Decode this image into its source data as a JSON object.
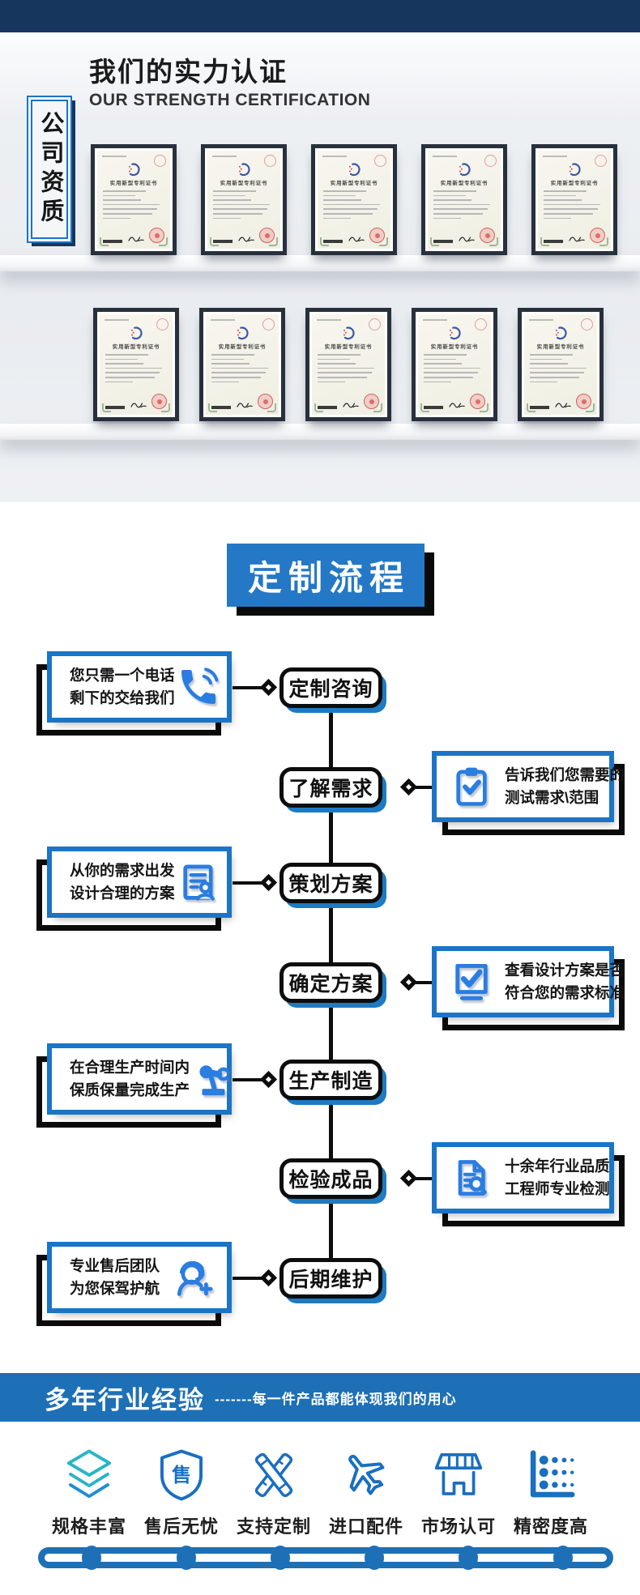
{
  "colors": {
    "navy": "#17365e",
    "blue": "#1b74c5",
    "icon_blue": "#2a7de1",
    "title_box_blue": "#2478c5",
    "bar_blue": "#1d70b6",
    "feature_blue": "#1a6fc0",
    "teal": "#2ab5c6"
  },
  "header": {
    "title": "我们的实力认证",
    "subtitle": "OUR STRENGTH CERTIFICATION",
    "side_label": "公司资质"
  },
  "certificates": {
    "title": "实用新型专利证书",
    "rows": [
      5,
      5
    ]
  },
  "process": {
    "title": "定制流程",
    "steps": [
      {
        "node": "定制咨询",
        "side": "left",
        "icon": "phone-icon",
        "lines": [
          "您只需一个电话",
          "剩下的交给我们"
        ]
      },
      {
        "node": "了解需求",
        "side": "right",
        "icon": "clipboard-check-icon",
        "lines": [
          "告诉我们您需要的",
          "测试需求\\范围"
        ]
      },
      {
        "node": "策划方案",
        "side": "left",
        "icon": "document-user-icon",
        "lines": [
          "从你的需求出发",
          "设计合理的方案"
        ]
      },
      {
        "node": "确定方案",
        "side": "right",
        "icon": "checkbox-icon",
        "lines": [
          "查看设计方案是否",
          "符合您的需求标准"
        ]
      },
      {
        "node": "生产制造",
        "side": "left",
        "icon": "robot-arm-icon",
        "lines": [
          "在合理生产时间内",
          "保质保量完成生产"
        ]
      },
      {
        "node": "检验成品",
        "side": "right",
        "icon": "document-search-icon",
        "lines": [
          "十余年行业品质",
          "工程师专业检测"
        ]
      },
      {
        "node": "后期维护",
        "side": "left",
        "icon": "headset-icon",
        "lines": [
          "专业售后团队",
          "为您保驾护航"
        ]
      }
    ]
  },
  "experience_bar": {
    "title": "多年行业经验",
    "subtitle": "-------每一件产品都能体现我们的用心"
  },
  "features": [
    {
      "label": "规格丰富",
      "icon": "layers-icon"
    },
    {
      "label": "售后无忧",
      "icon": "shield-icon",
      "glyph": "售"
    },
    {
      "label": "支持定制",
      "icon": "tools-icon"
    },
    {
      "label": "进口配件",
      "icon": "airplane-icon"
    },
    {
      "label": "市场认可",
      "icon": "store-icon"
    },
    {
      "label": "精密度高",
      "icon": "precision-dots-icon"
    }
  ]
}
